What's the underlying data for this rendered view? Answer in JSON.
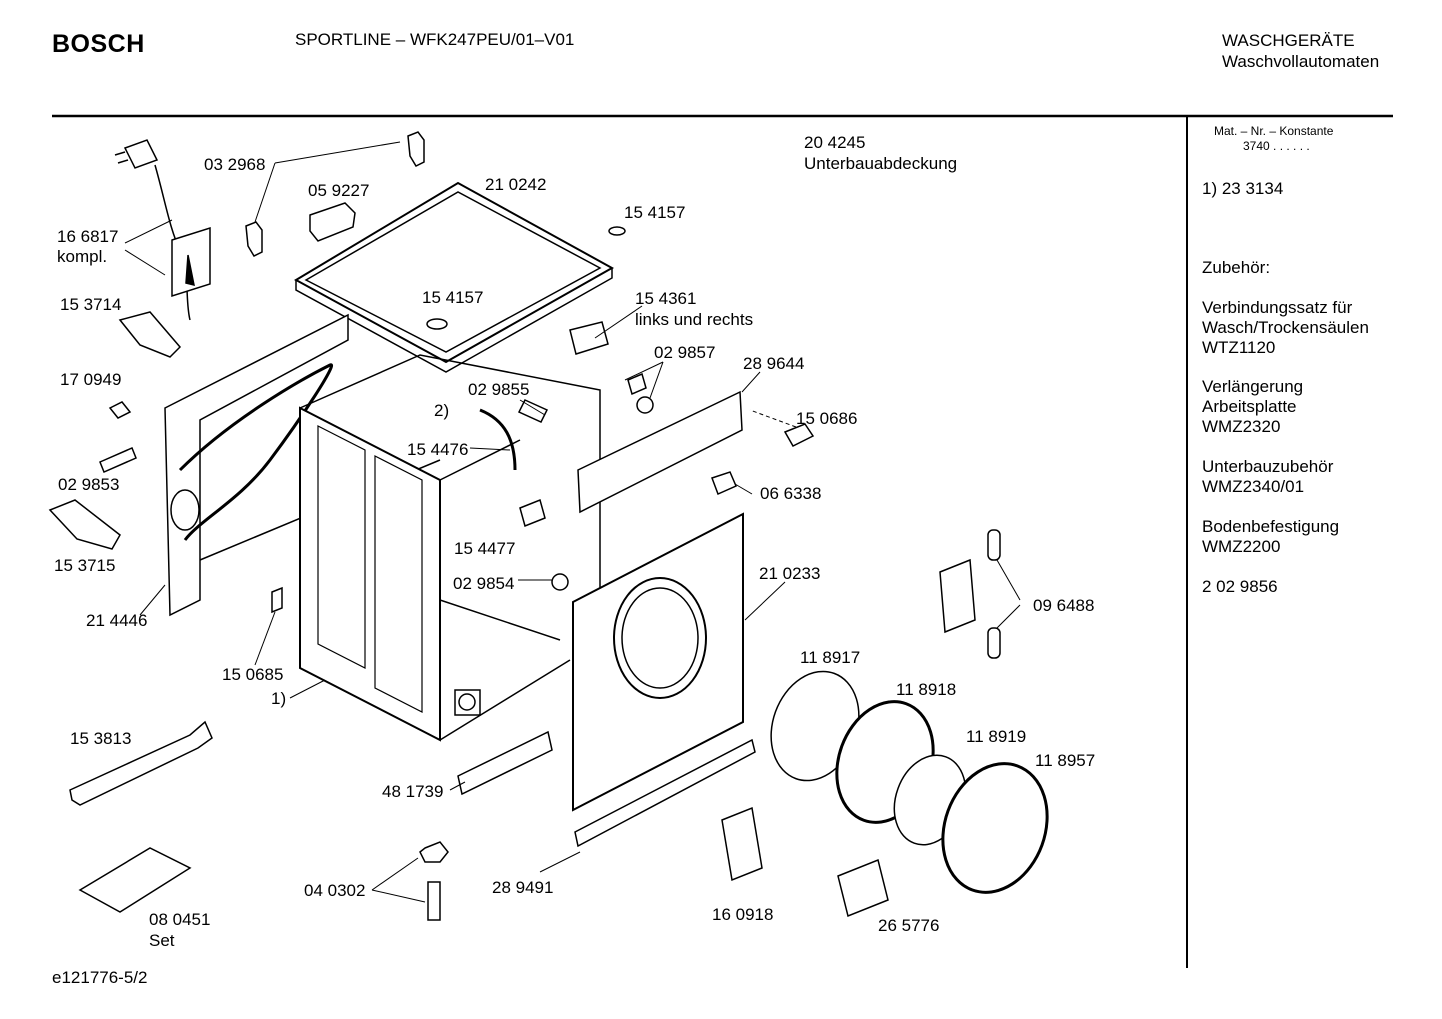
{
  "header": {
    "brand": "BOSCH",
    "model": "SPORTLINE – WFK247PEU/01–V01",
    "category_line1": "WASCHGERÄTE",
    "category_line2": "Waschvollautomaten"
  },
  "footer": {
    "reference": "e121776-5/2"
  },
  "sidebar": {
    "mat_label": "Mat. – Nr. – Konstante",
    "mat_value": "3740  .  .  .  .  .  .",
    "note1": "1)  23 3134",
    "accessories_title": "Zubehör:",
    "accessories": [
      [
        "Verbindungssatz für",
        "Wasch/Trockensäulen",
        "WTZ1120"
      ],
      [
        "Verlängerung",
        "Arbeitsplatte",
        "WMZ2320"
      ],
      [
        "Unterbauzubehör",
        "WMZ2340/01"
      ],
      [
        "Bodenbefestigung",
        "WMZ2200"
      ]
    ],
    "note2": "2   02 9856"
  },
  "parts": {
    "p032968": "03 2968",
    "p059227": "05 9227",
    "p210242": "21 0242",
    "p204245": "20 4245",
    "p204245_name": "Unterbauabdeckung",
    "p154157a": "15 4157",
    "p166817": "16 6817",
    "p166817_note": "kompl.",
    "p153714": "15 3714",
    "p154157b": "15 4157",
    "p154361": "15 4361",
    "p154361_note": "links und rechts",
    "p029857": "02 9857",
    "p289644": "28 9644",
    "p170949": "17 0949",
    "p029855": "02 9855",
    "mark2": "2)",
    "p150686": "15 0686",
    "p154476": "15 4476",
    "p029853": "02 9853",
    "p066338": "06 6338",
    "p153715": "15 3715",
    "p154477": "15 4477",
    "p210233": "21 0233",
    "p029854": "02 9854",
    "p214446": "21 4446",
    "p096488": "09 6488",
    "p150685": "15 0685",
    "mark1": "1)",
    "p118917": "11 8917",
    "p118918": "11 8918",
    "p153813": "15 3813",
    "p118919": "11 8919",
    "p118957": "11 8957",
    "p481739": "48 1739",
    "p040302": "04 0302",
    "p289491": "28 9491",
    "p160918": "16 0918",
    "p080451": "08 0451",
    "p080451_note": "Set",
    "p265776": "26 5776"
  }
}
